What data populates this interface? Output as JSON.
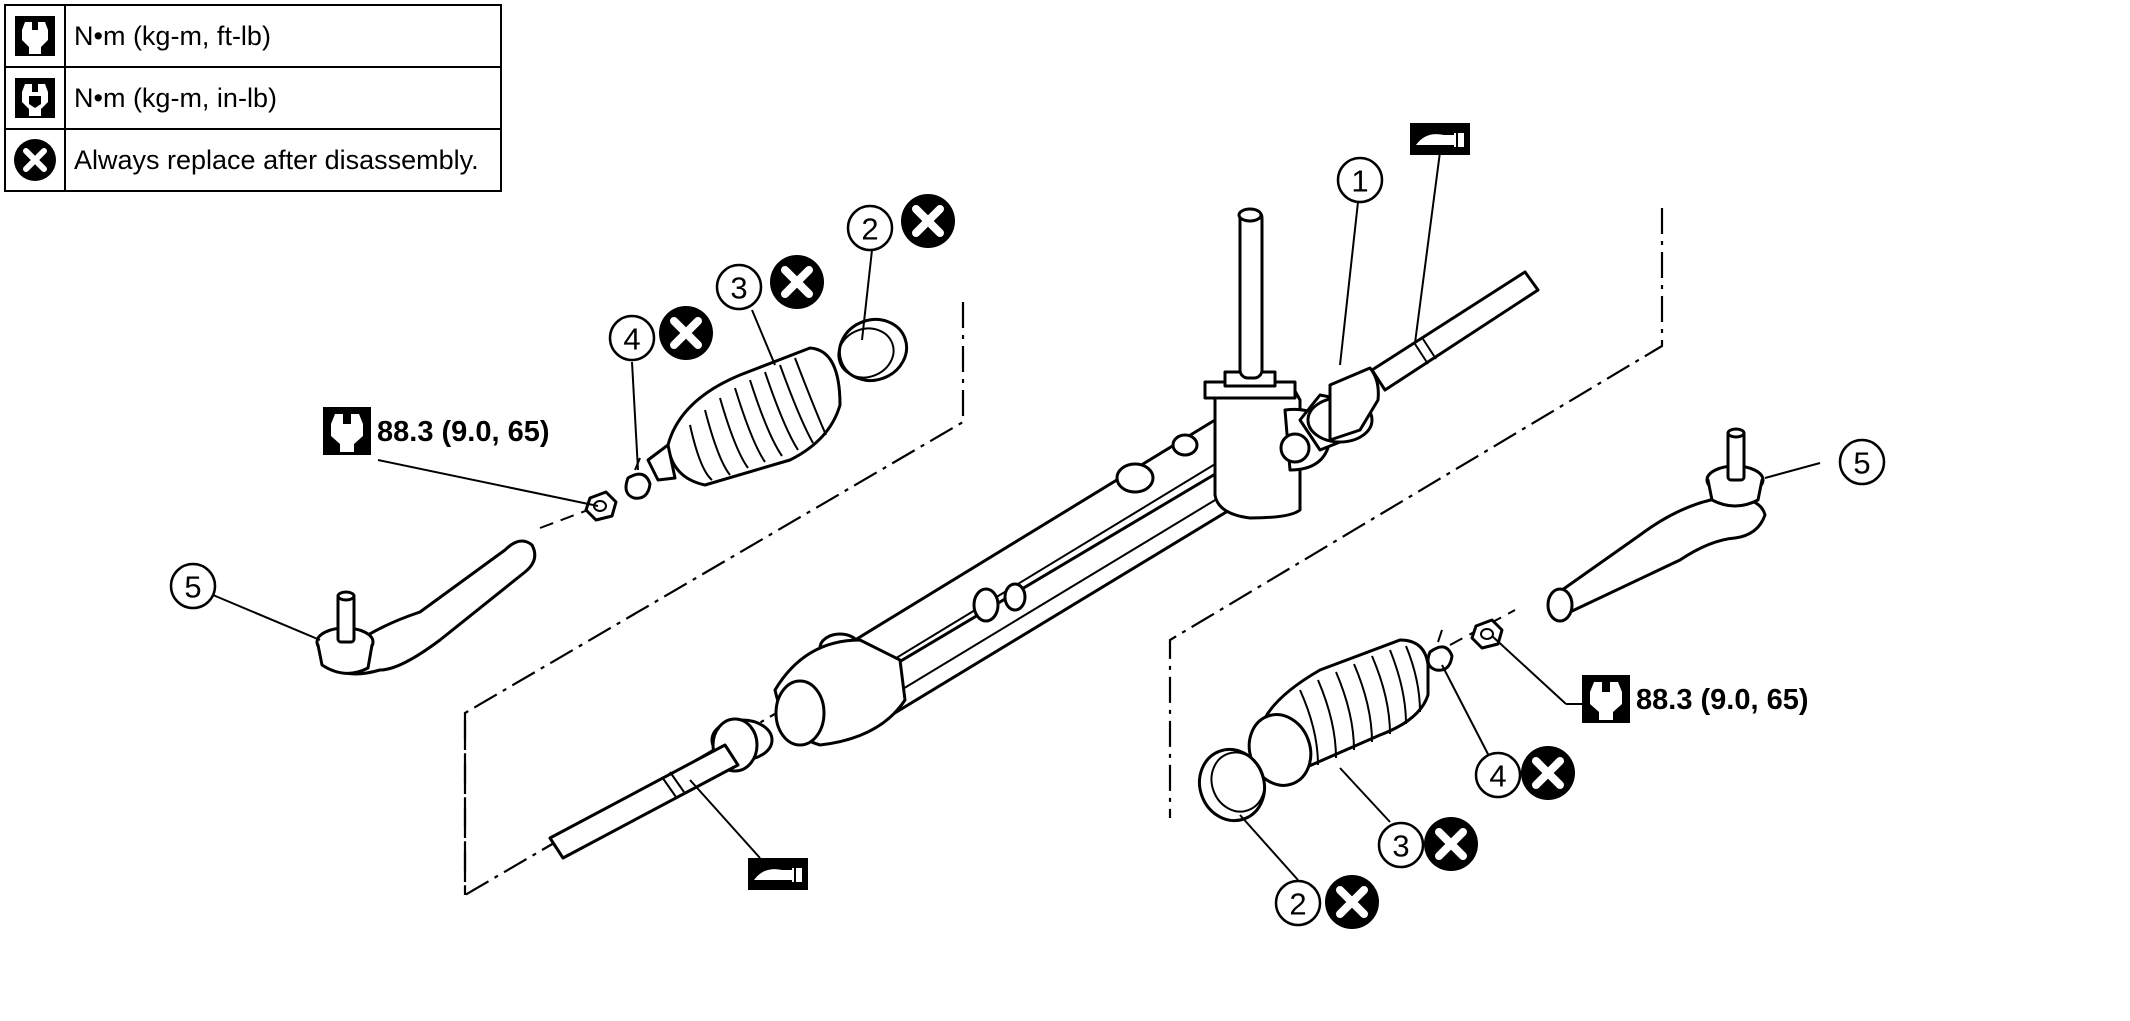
{
  "legend": {
    "rows": [
      {
        "icon": "torque-wrench-icon",
        "text": "N•m (kg-m, ft-lb)"
      },
      {
        "icon": "torque-wrench-small-icon",
        "text": "N•m (kg-m, in-lb)"
      },
      {
        "icon": "replace-x-icon",
        "text": "Always replace after disassembly."
      }
    ]
  },
  "callouts": {
    "steering_gear_assembly": "1",
    "boot_clamp_outer_left": "2",
    "boot_clamp_outer_right": "2",
    "boot_left": "3",
    "boot_right": "3",
    "boot_clamp_inner_left": "4",
    "boot_clamp_inner_right": "4",
    "outer_socket_left": "5",
    "outer_socket_right": "5"
  },
  "torque": {
    "left_nut": "88.3 (9.0, 65)",
    "right_nut": "88.3 (9.0, 65)"
  },
  "icons": {
    "torque": "torque-wrench-icon",
    "replace": "replace-x-icon",
    "grease": "grease-tube-icon"
  }
}
